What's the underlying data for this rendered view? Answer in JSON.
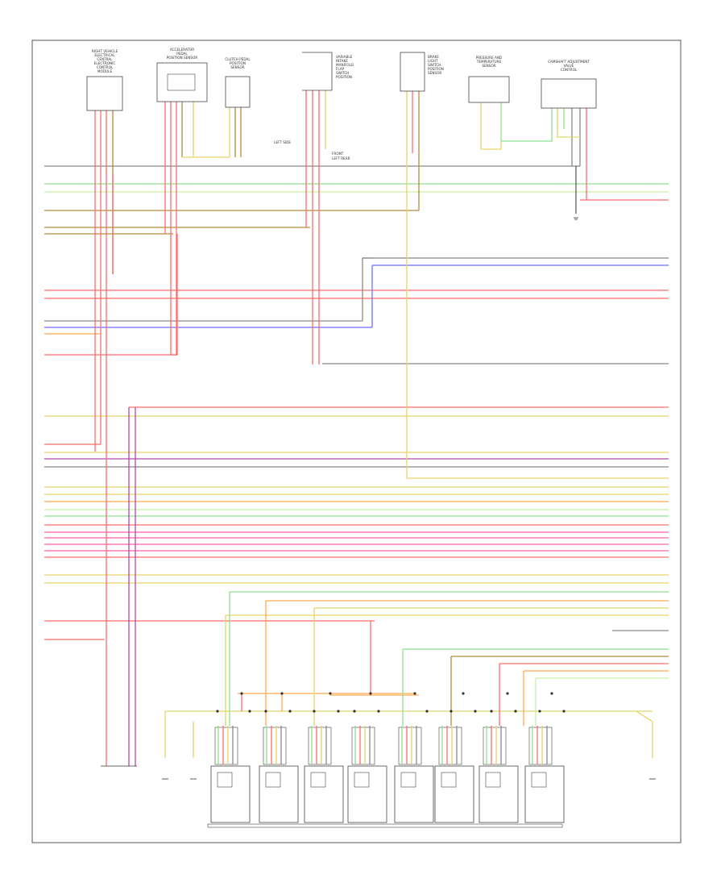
{
  "diagram": {
    "top_components": [
      {
        "label_lines": [
          "RIGHT VEHICLE",
          "ELECTRICAL",
          "CENTRAL",
          "ELECTRONIC",
          "CONTROL",
          "MODULE"
        ],
        "pins": [
          "",
          "",
          "",
          ""
        ]
      },
      {
        "label_lines": [
          "ACCELERATOR",
          "PEDAL",
          "POSITION SENSOR"
        ],
        "pins": [
          "",
          "",
          "",
          ""
        ]
      },
      {
        "label_lines": [
          "CLUTCH PEDAL",
          "POSITION",
          "SENSOR"
        ],
        "pins": [
          "",
          "",
          ""
        ]
      },
      {
        "label_lines": [
          "VARIABLE",
          "INTAKE",
          "MANIFOLD",
          "FLAP",
          "SWITCH",
          "POSITION"
        ],
        "pins": [
          "",
          "",
          ""
        ]
      },
      {
        "label_lines": [
          "BRAKE",
          "LIGHT",
          "SWITCH",
          "POSITION",
          "SENSOR"
        ],
        "pins": [
          "",
          ""
        ]
      },
      {
        "label_lines": [
          "PRESSURE AND",
          "TEMPERATURE",
          "SENSOR"
        ],
        "pins": [
          "",
          ""
        ]
      },
      {
        "label_lines": [
          "CAMSHAFT ADJUSTMENT",
          "VALVE",
          "CONTROL"
        ],
        "pins": [
          "",
          "",
          "",
          "",
          ""
        ]
      }
    ],
    "splice_labels": [
      "LEFT SIDE",
      "FRONT",
      "LEFT REAR"
    ],
    "ground_labels": [
      "",
      "",
      "",
      ""
    ],
    "ground_bottom_label": [
      "",
      "",
      "",
      ""
    ],
    "bottom_left_label": [
      "",
      "",
      "",
      "",
      "",
      ""
    ],
    "coil_labels": [
      "",
      "",
      "",
      "",
      "",
      "",
      "",
      ""
    ],
    "coil_group_label": "",
    "coil_side_label": [
      "",
      "",
      "",
      "",
      "",
      "",
      ""
    ],
    "right_note": "",
    "footer_code": ""
  },
  "colors": {
    "red": "#ff6b6b",
    "green": "#8ee08e",
    "yellow": "#e6d36a",
    "brown": "#b58a3c",
    "blue": "#6c6cff",
    "violet": "#b04ab0",
    "pink": "#ff5ea8",
    "lightred": "#ffb0b0",
    "gray": "#888888",
    "black": "#333333",
    "orange": "#ffa94d",
    "lightgreen": "#c6f0a0"
  }
}
